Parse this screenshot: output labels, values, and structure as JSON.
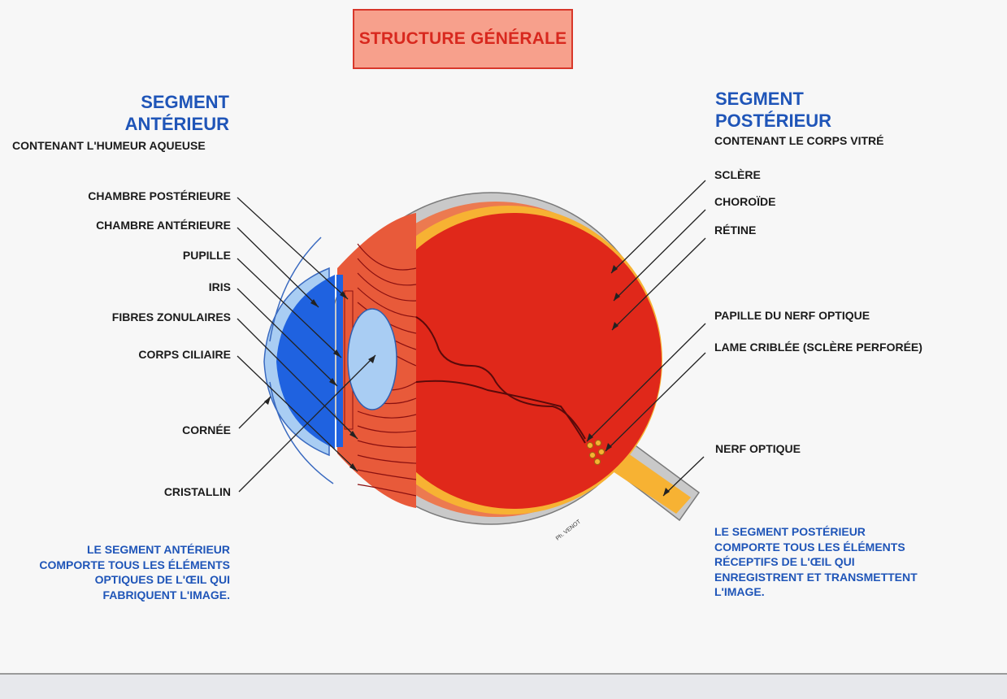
{
  "title": "STRUCTURE GÉNÉRALE",
  "anterior": {
    "heading_line1": "SEGMENT",
    "heading_line2": "ANTÉRIEUR",
    "subtitle": "CONTENANT L'HUMEUR AQUEUSE",
    "labels": [
      "CHAMBRE POSTÉRIEURE",
      "CHAMBRE ANTÉRIEURE",
      "PUPILLE",
      "IRIS",
      "FIBRES ZONULAIRES",
      "CORPS CILIAIRE",
      "CORNÉE",
      "CRISTALLIN"
    ],
    "note": [
      "LE SEGMENT ANTÉRIEUR",
      "COMPORTE TOUS LES ÉLÉMENTS",
      "OPTIQUES DE L'ŒIL QUI",
      "FABRIQUENT L'IMAGE."
    ]
  },
  "posterior": {
    "heading_line1": "SEGMENT",
    "heading_line2": "POSTÉRIEUR",
    "subtitle": "CONTENANT LE CORPS VITRÉ",
    "labels": [
      "SCLÈRE",
      "CHOROÏDE",
      "RÉTINE",
      "PAPILLE DU NERF OPTIQUE",
      "LAME CRIBLÉE (SCLÈRE PERFORÉE)",
      "NERF OPTIQUE"
    ],
    "note": [
      "LE SEGMENT POSTÉRIEUR",
      "COMPORTE TOUS LES ÉLÉMENTS",
      "RÉCEPTIFS DE L'ŒIL QUI",
      "ENREGISTRENT ET TRANSMETTENT",
      "L'IMAGE."
    ]
  },
  "signature": "Ph. VENOT",
  "colors": {
    "title_fill": "#f7a08c",
    "title_text": "#d8281e",
    "heading_blue": "#1f55b8",
    "sclera_gray": "#c9c9c9",
    "choroid_orange": "#ec7a50",
    "retina_yellow": "#f7b233",
    "vitreous_red": "#e0281a",
    "cornea_blue": "#1f62e0",
    "lens_lightblue": "#a9cdf3"
  }
}
